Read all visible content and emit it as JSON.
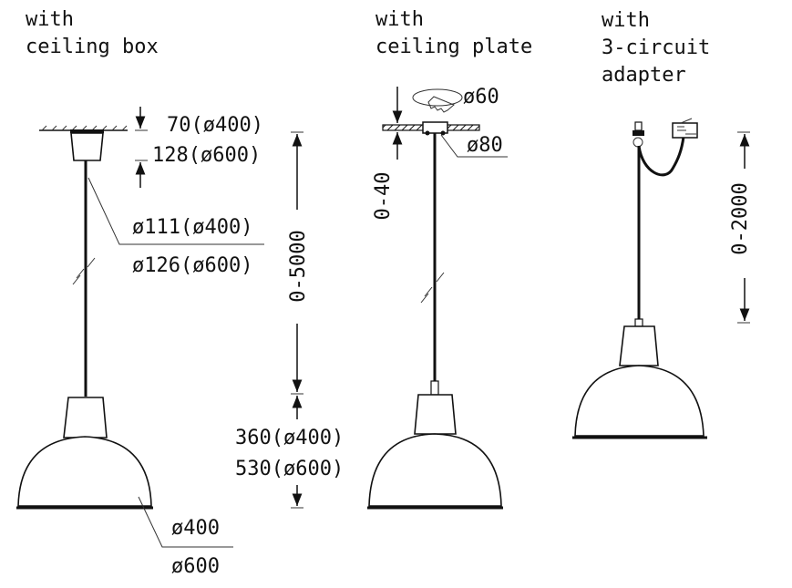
{
  "titles": {
    "ceiling_box": [
      "with",
      "ceiling box"
    ],
    "ceiling_plate": [
      "with",
      "ceiling plate"
    ],
    "adapter": [
      "with",
      "3-circuit",
      "adapter"
    ]
  },
  "ceiling_box": {
    "box_height_a": "70(ø400)",
    "box_height_b": "128(ø600)",
    "box_dia_a": "ø111(ø400)",
    "box_dia_b": "ø126(ø600)",
    "cable_length": "0-5000",
    "shade_height_a": "360(ø400)",
    "shade_height_b": "530(ø600)",
    "shade_dia_a": "ø400",
    "shade_dia_b": "ø600"
  },
  "ceiling_plate": {
    "hole_dia": "ø60",
    "plate_dia": "ø80",
    "ceiling_thickness": "0-40"
  },
  "adapter": {
    "cable_length": "0-2000"
  }
}
